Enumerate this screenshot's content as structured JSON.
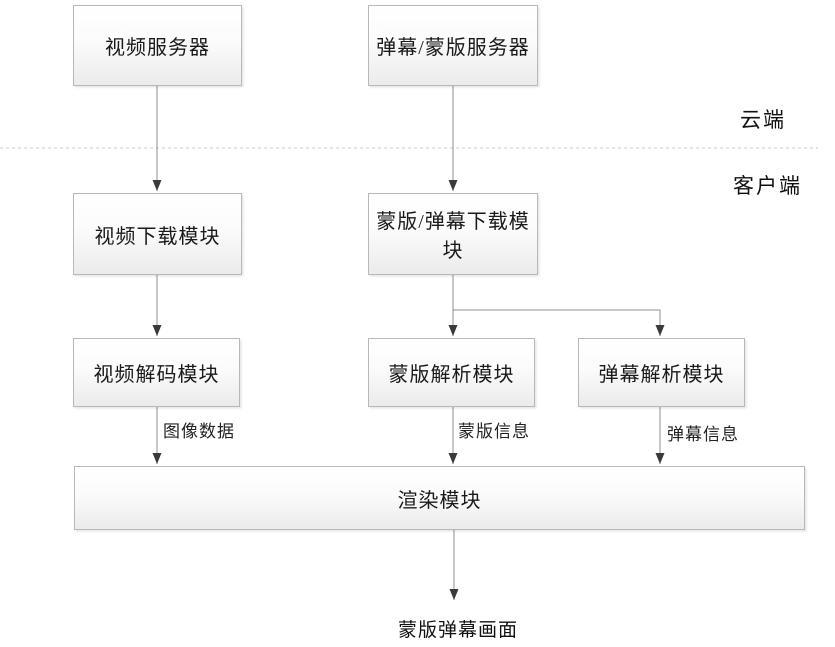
{
  "diagram": {
    "regions": {
      "cloud_label": "云端",
      "client_label": "客户端"
    },
    "nodes": {
      "video_server": "视频服务器",
      "danmaku_mask_server": "弹幕/蒙版服务器",
      "video_download": "视频下载模块",
      "mask_danmaku_download": "蒙版/弹幕下载模块",
      "video_decode": "视频解码模块",
      "mask_parse": "蒙版解析模块",
      "danmaku_parse": "弹幕解析模块",
      "render": "渲染模块"
    },
    "edges": [
      {
        "from": "video_server",
        "to": "video_download",
        "label": ""
      },
      {
        "from": "danmaku_mask_server",
        "to": "mask_danmaku_download",
        "label": ""
      },
      {
        "from": "video_download",
        "to": "video_decode",
        "label": ""
      },
      {
        "from": "mask_danmaku_download",
        "to": "mask_parse",
        "label": ""
      },
      {
        "from": "mask_danmaku_download",
        "to": "danmaku_parse",
        "label": ""
      },
      {
        "from": "video_decode",
        "to": "render",
        "label": "图像数据"
      },
      {
        "from": "mask_parse",
        "to": "render",
        "label": "蒙版信息"
      },
      {
        "from": "danmaku_parse",
        "to": "render",
        "label": "弹幕信息"
      },
      {
        "from": "render",
        "to": "output",
        "label": ""
      }
    ],
    "output_label": "蒙版弹幕画面",
    "colors": {
      "box_border": "#b8b8b8",
      "box_fill_top": "#ffffff",
      "box_fill_bottom": "#ebebeb",
      "connector_line": "#8f8f8f",
      "arrowhead": "#3a3a3a",
      "divider_dash": "#c8c8c8",
      "text": "#1a1a1a"
    }
  }
}
